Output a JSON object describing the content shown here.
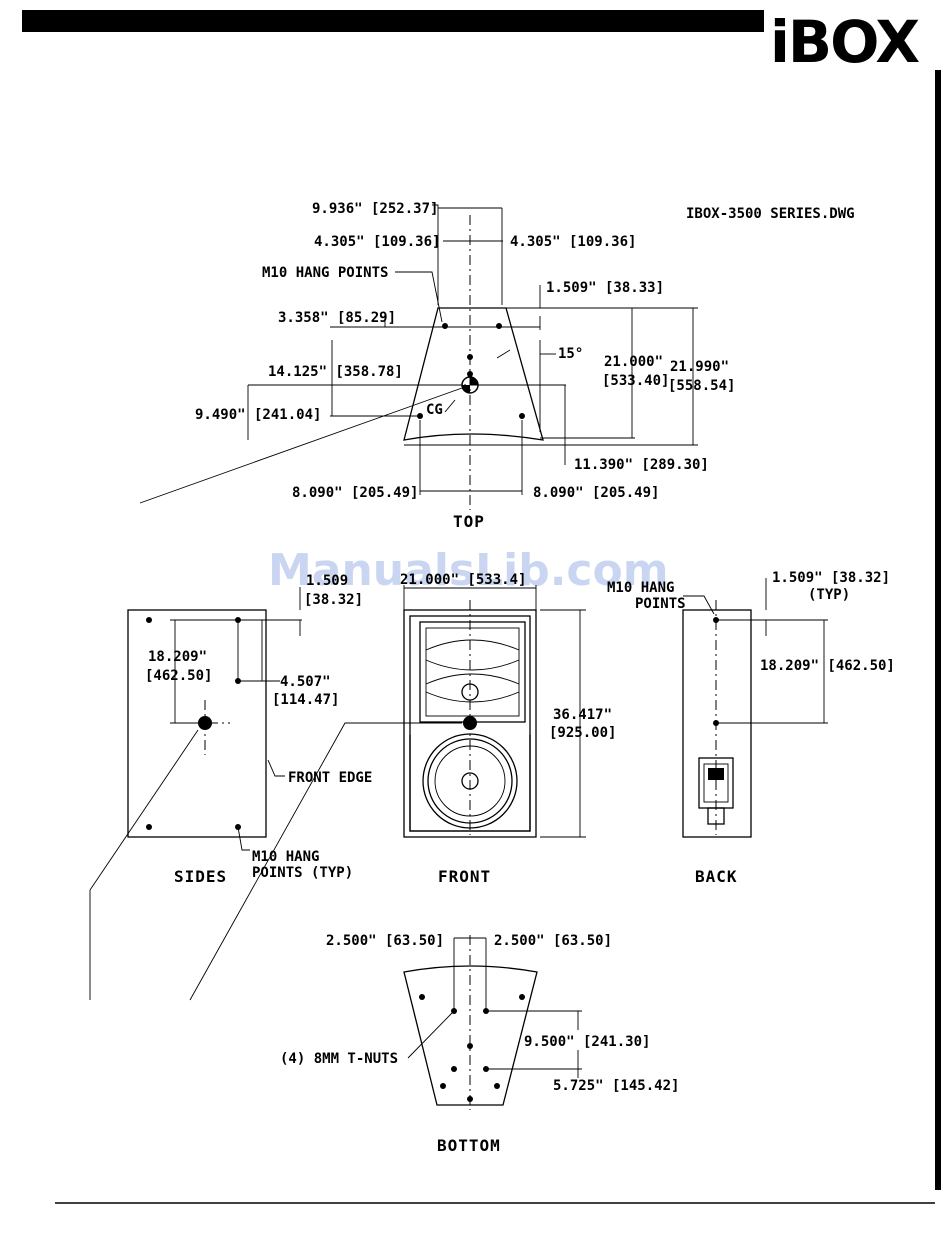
{
  "header": {
    "logo_text": "iBOX"
  },
  "drawing_title": "IBOX-3500 SERIES.DWG",
  "watermark": "ManualsLib.com",
  "views": {
    "top": {
      "label": "TOP",
      "dims": {
        "width_between": "9.936\" [252.37]",
        "left_half": "4.305\" [109.36]",
        "right_half": "4.305\" [109.36]",
        "hang_points": "M10 HANG POINTS",
        "rear_offset": "1.509\" [38.33]",
        "hang_depth": "3.358\" [85.29]",
        "angle": "15°",
        "cg_depth": "14.125\" [358.78]",
        "depth_inner": "21.000\"",
        "depth_inner_mm": "[533.40]",
        "depth_outer": "21.990\"",
        "depth_outer_mm": "[558.54]",
        "cg_label": "CG",
        "cg_height": "9.490\" [241.04]",
        "front_offset": "11.390\" [289.30]",
        "front_left": "8.090\" [205.49]",
        "front_right": "8.090\" [205.49]"
      }
    },
    "sides": {
      "label": "SIDES",
      "dims": {
        "top_offset_a": "1.509",
        "top_offset_b": "[38.32]",
        "height_a": "18.209\"",
        "height_b": "[462.50]",
        "depth_a": "4.507\"",
        "depth_b": "[114.47]",
        "front_edge": "FRONT EDGE",
        "hang_a": "M10 HANG",
        "hang_b": "POINTS (TYP)"
      }
    },
    "front": {
      "label": "FRONT",
      "dims": {
        "width": "21.000\" [533.4]",
        "height_a": "36.417\"",
        "height_b": "[925.00]"
      }
    },
    "back": {
      "label": "BACK",
      "dims": {
        "hang_a": "M10 HANG",
        "hang_b": "POINTS",
        "top_offset_a": "1.509\" [38.32]",
        "top_offset_b": "(TYP)",
        "height": "18.209\" [462.50]"
      }
    },
    "bottom": {
      "label": "BOTTOM",
      "dims": {
        "left_half": "2.500\" [63.50]",
        "right_half": "2.500\" [63.50]",
        "depth_a": "9.500\" [241.30]",
        "depth_b": "5.725\" [145.42]",
        "tnuts": "(4) 8MM T-NUTS"
      }
    }
  }
}
